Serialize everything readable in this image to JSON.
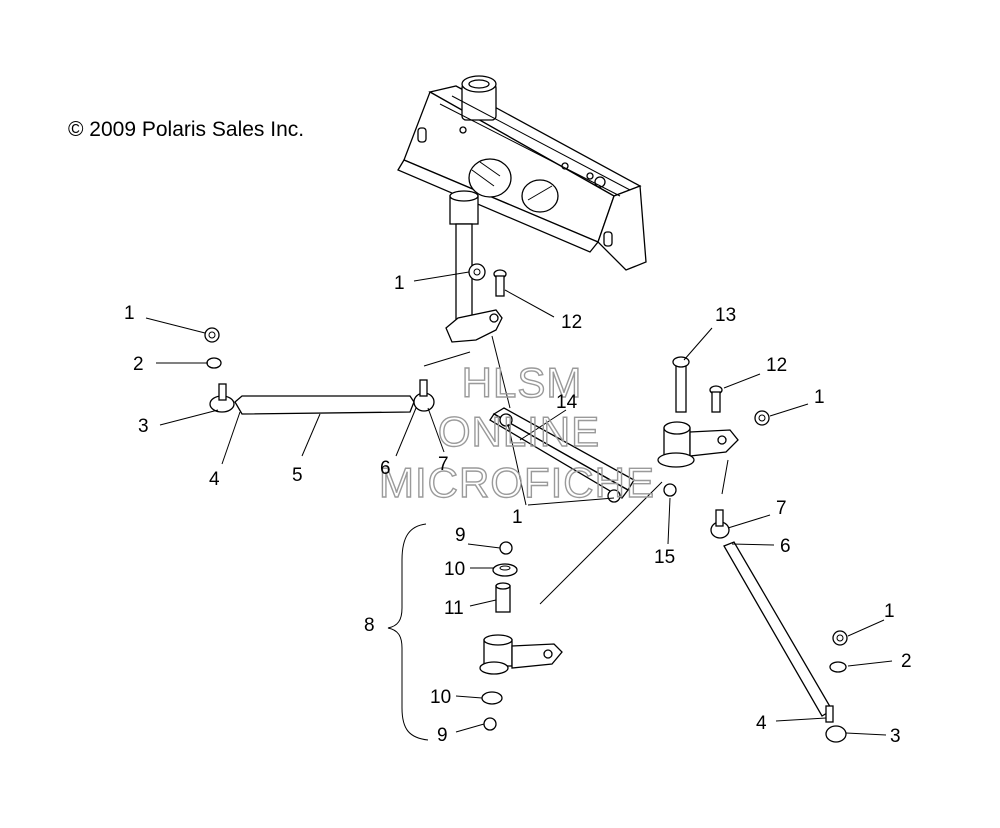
{
  "copyright": "© 2009 Polaris Sales Inc.",
  "watermark": {
    "line1": "HLSM",
    "line2": "ONLINE",
    "line3": "MICROFICHE"
  },
  "callouts": [
    {
      "id": "c1a",
      "text": "1"
    },
    {
      "id": "c1b",
      "text": "1"
    },
    {
      "id": "c1c",
      "text": "1"
    },
    {
      "id": "c1d",
      "text": "1"
    },
    {
      "id": "c1e",
      "text": "1"
    },
    {
      "id": "c2a",
      "text": "2"
    },
    {
      "id": "c2b",
      "text": "2"
    },
    {
      "id": "c3a",
      "text": "3"
    },
    {
      "id": "c3b",
      "text": "3"
    },
    {
      "id": "c4a",
      "text": "4"
    },
    {
      "id": "c4b",
      "text": "4"
    },
    {
      "id": "c5",
      "text": "5"
    },
    {
      "id": "c6a",
      "text": "6"
    },
    {
      "id": "c6b",
      "text": "6"
    },
    {
      "id": "c7a",
      "text": "7"
    },
    {
      "id": "c7b",
      "text": "7"
    },
    {
      "id": "c8",
      "text": "8"
    },
    {
      "id": "c9a",
      "text": "9"
    },
    {
      "id": "c9b",
      "text": "9"
    },
    {
      "id": "c10a",
      "text": "10"
    },
    {
      "id": "c10b",
      "text": "10"
    },
    {
      "id": "c11",
      "text": "11"
    },
    {
      "id": "c12a",
      "text": "12"
    },
    {
      "id": "c12b",
      "text": "12"
    },
    {
      "id": "c13",
      "text": "13"
    },
    {
      "id": "c14",
      "text": "14"
    },
    {
      "id": "c15",
      "text": "15"
    }
  ]
}
